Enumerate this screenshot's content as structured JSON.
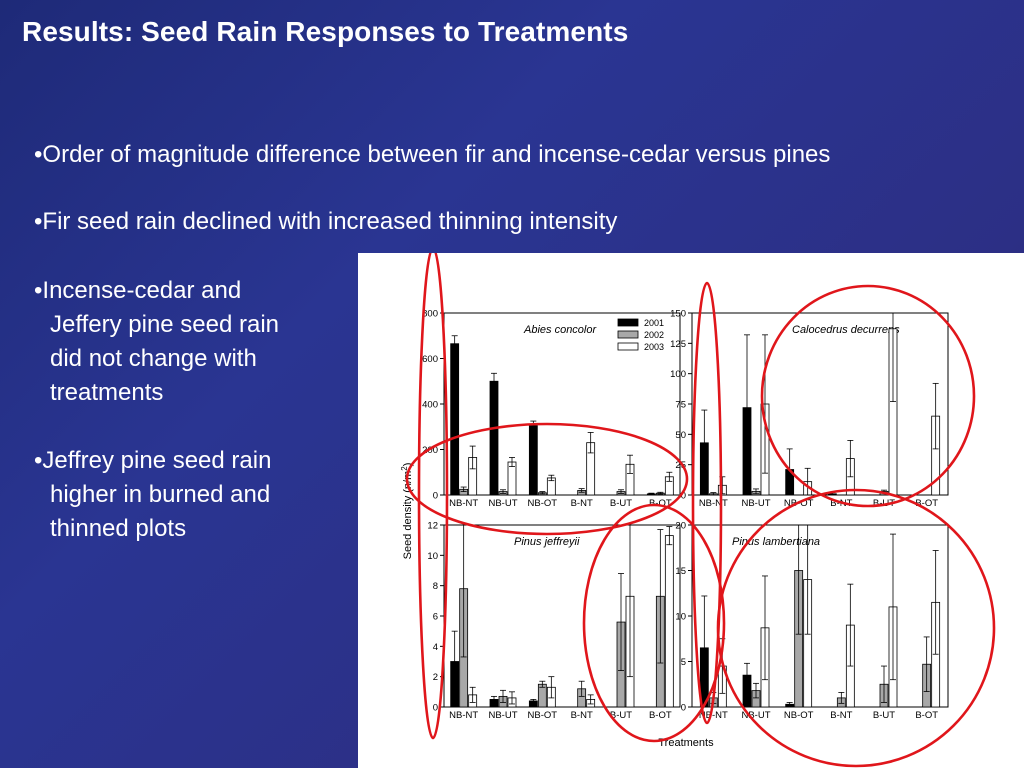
{
  "slide": {
    "title": "Results: Seed Rain Responses to Treatments",
    "bullets": [
      "•Order of magnitude difference between fir and incense-cedar versus pines",
      "•Fir seed rain declined with increased thinning intensity"
    ],
    "bullet3_lines": [
      "•Incense-cedar and",
      "Jeffery pine seed rain",
      "did not change with",
      "treatments"
    ],
    "bullet4_lines": [
      "•Jeffrey pine seed rain",
      "higher in burned and",
      "thinned plots"
    ]
  },
  "colors": {
    "bg": "#28308a",
    "s2001": "#000000",
    "s2002": "#a8a8a8",
    "s2003": "#ffffff",
    "annotation": "#e0161b"
  },
  "chart_data": [
    {
      "type": "bar",
      "species": "Abies concolor",
      "categories": [
        "NB-NT",
        "NB-UT",
        "NB-OT",
        "B-NT",
        "B-UT",
        "B-OT"
      ],
      "ylim": [
        0,
        800
      ],
      "yticks": [
        0,
        200,
        400,
        600,
        800
      ],
      "ytick_labels": [
        "0",
        "200",
        "400",
        "600",
        "800"
      ],
      "series": [
        {
          "name": "2001",
          "values": [
            665,
            500,
            305,
            0,
            0,
            5
          ],
          "err": [
            35,
            35,
            20,
            0,
            0,
            3
          ]
        },
        {
          "name": "2002",
          "values": [
            25,
            15,
            10,
            20,
            15,
            8
          ],
          "err": [
            10,
            8,
            5,
            8,
            8,
            4
          ]
        },
        {
          "name": "2003",
          "values": [
            165,
            145,
            75,
            230,
            135,
            80
          ],
          "err": [
            50,
            20,
            12,
            45,
            40,
            20
          ]
        }
      ]
    },
    {
      "type": "bar",
      "species": "Calocedrus decurrens",
      "categories": [
        "NB-NT",
        "NB-UT",
        "NB-OT",
        "B-NT",
        "B-UT",
        "B-OT"
      ],
      "ylim": [
        0,
        150
      ],
      "yticks": [
        0,
        25,
        50,
        75,
        100,
        125,
        150
      ],
      "ytick_labels": [
        "0",
        "25",
        "50",
        "75",
        "100",
        "125",
        "150"
      ],
      "series": [
        {
          "name": "2001",
          "values": [
            43,
            72,
            21,
            1,
            0,
            0
          ],
          "err": [
            27,
            60,
            17,
            1,
            0,
            0
          ]
        },
        {
          "name": "2002",
          "values": [
            1,
            3,
            0,
            0,
            3,
            0
          ],
          "err": [
            1,
            2,
            0,
            0,
            1,
            0
          ]
        },
        {
          "name": "2003",
          "values": [
            8,
            75,
            11,
            30,
            137,
            65
          ],
          "err": [
            7,
            57,
            11,
            15,
            60,
            27
          ]
        }
      ]
    },
    {
      "type": "bar",
      "species": "Pinus jeffreyii",
      "categories": [
        "NB-NT",
        "NB-UT",
        "NB-OT",
        "B-NT",
        "B-UT",
        "B-OT"
      ],
      "ylim": [
        0,
        12
      ],
      "yticks": [
        0,
        2,
        4,
        6,
        8,
        10,
        12
      ],
      "ytick_labels": [
        "0",
        "2",
        "4",
        "6",
        "8",
        "10",
        "12"
      ],
      "series": [
        {
          "name": "2001",
          "values": [
            3.0,
            0.5,
            0.4,
            0,
            0,
            0
          ],
          "err": [
            2.0,
            0.2,
            0.1,
            0,
            0,
            0
          ]
        },
        {
          "name": "2002",
          "values": [
            7.8,
            0.7,
            1.5,
            1.2,
            5.6,
            7.3
          ],
          "err": [
            4.5,
            0.4,
            0.2,
            0.5,
            3.2,
            4.4
          ]
        },
        {
          "name": "2003",
          "values": [
            0.8,
            0.6,
            1.3,
            0.5,
            7.3,
            11.3
          ],
          "err": [
            0.5,
            0.4,
            0.7,
            0.3,
            5.3,
            0.6
          ]
        }
      ]
    },
    {
      "type": "bar",
      "species": "Pinus lambertiana",
      "categories": [
        "NB-NT",
        "NB-UT",
        "NB-OT",
        "B-NT",
        "B-UT",
        "B-OT"
      ],
      "ylim": [
        0,
        20
      ],
      "yticks": [
        0,
        5,
        10,
        15,
        20
      ],
      "ytick_labels": [
        "0",
        "5",
        "10",
        "15",
        "20"
      ],
      "series": [
        {
          "name": "2001",
          "values": [
            6.5,
            3.5,
            0.3,
            0,
            0,
            0
          ],
          "err": [
            5.7,
            1.3,
            0.2,
            0,
            0,
            0
          ]
        },
        {
          "name": "2002",
          "values": [
            1.0,
            1.8,
            15.0,
            1.0,
            2.5,
            4.7
          ],
          "err": [
            0.6,
            0.8,
            7.0,
            0.6,
            2.0,
            3.0
          ]
        },
        {
          "name": "2003",
          "values": [
            4.5,
            8.7,
            14.0,
            9.0,
            11.0,
            11.5
          ],
          "err": [
            3.0,
            5.7,
            6.0,
            4.5,
            8.0,
            5.7
          ]
        }
      ]
    }
  ],
  "axes": {
    "ylabel": "Seed density (n/m",
    "ylabel_sup": "2",
    "ylabel_end": ")",
    "xlabel": "Treatments"
  },
  "legend": [
    "2001",
    "2002",
    "2003"
  ]
}
